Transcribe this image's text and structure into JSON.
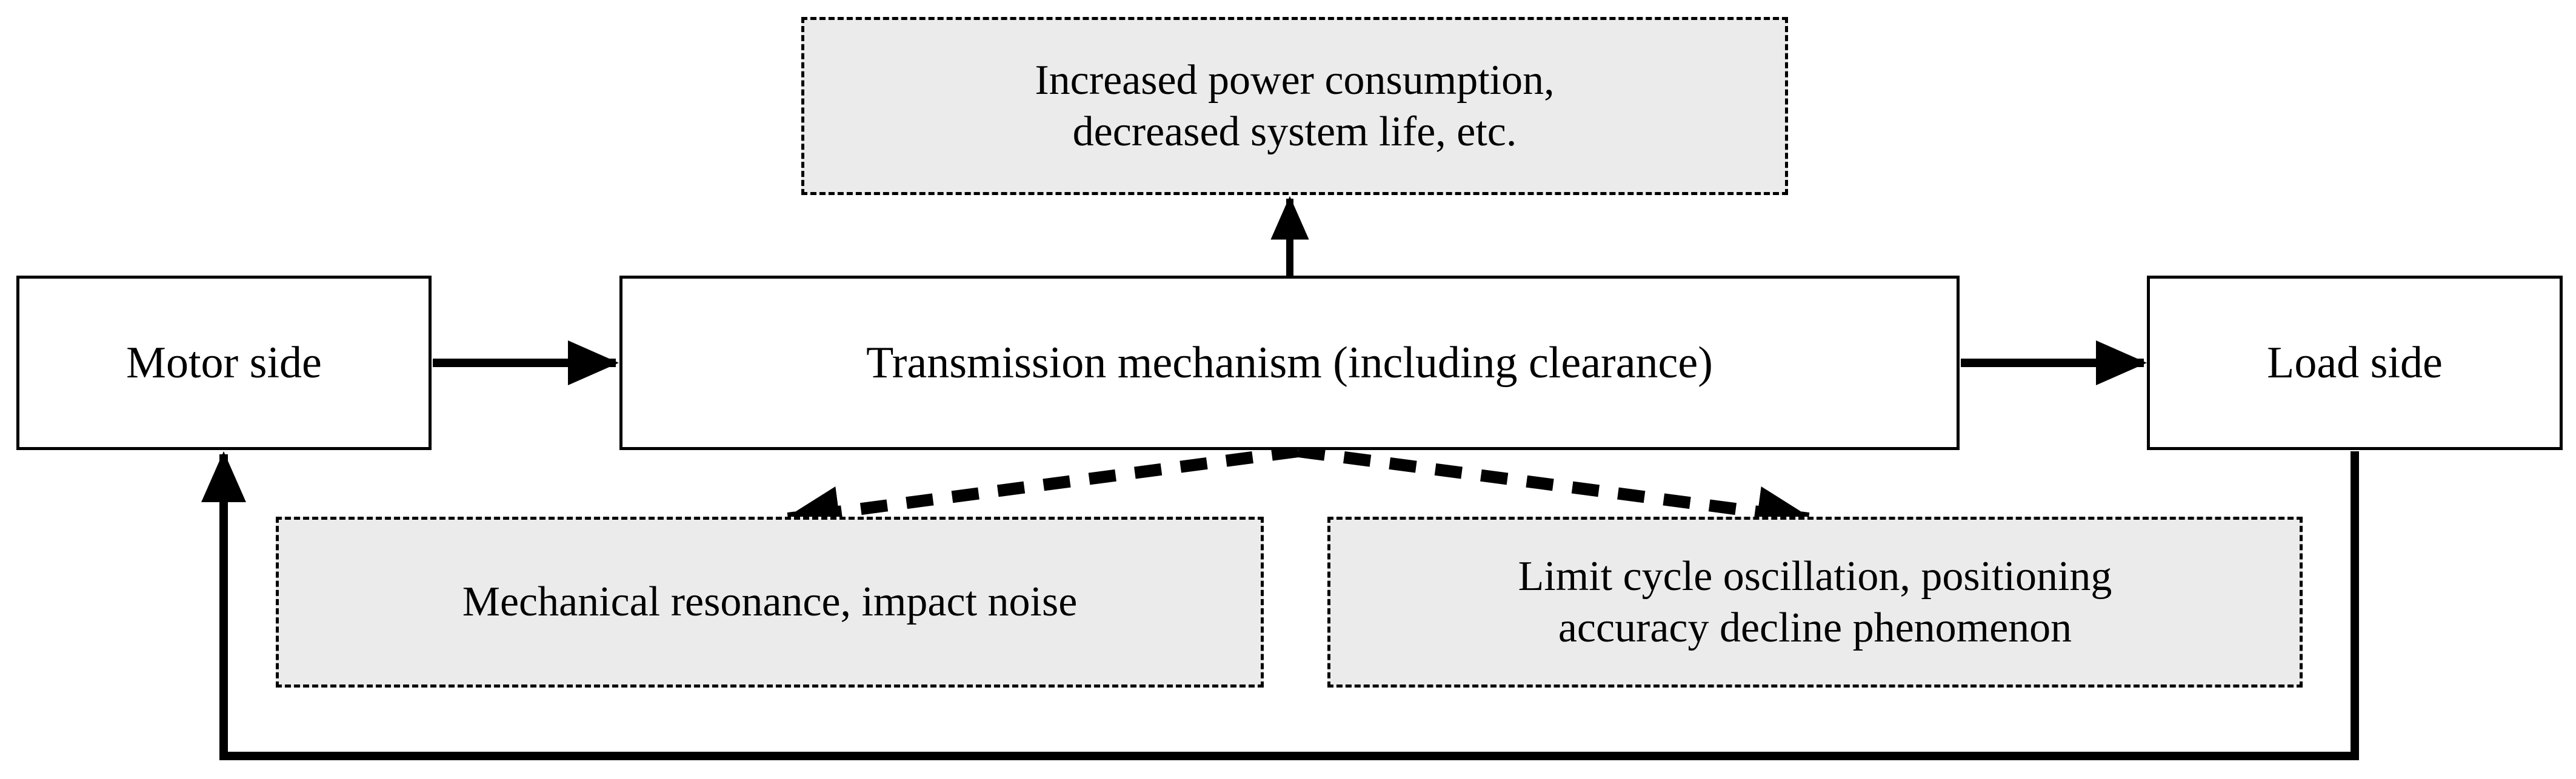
{
  "diagram": {
    "title": "Transmission mechanism clearance effects block diagram",
    "colors": {
      "stroke": "#000000",
      "node_fill_solid": "#ffffff",
      "node_fill_dashed": "#ebebeb",
      "background": "#ffffff"
    },
    "nodes": {
      "motor_side": {
        "label": "Motor side",
        "style": "solid"
      },
      "transmission": {
        "label": "Transmission mechanism (including clearance)",
        "style": "solid"
      },
      "load_side": {
        "label": "Load side",
        "style": "solid"
      },
      "consequence": {
        "label": "Increased power consumption,\ndecreased system life, etc.",
        "style": "dashed"
      },
      "resonance": {
        "label": "Mechanical resonance, impact noise",
        "style": "dashed"
      },
      "limit_cycle": {
        "label": "Limit cycle oscillation, positioning\naccuracy decline phenomenon",
        "style": "dashed"
      }
    },
    "edges": [
      {
        "id": "motor-to-transmission",
        "from": "motor_side",
        "to": "transmission",
        "line": "solid",
        "arrow": "single"
      },
      {
        "id": "transmission-to-load",
        "from": "transmission",
        "to": "load_side",
        "line": "solid",
        "arrow": "single"
      },
      {
        "id": "transmission-to-consequence",
        "from": "transmission",
        "to": "consequence",
        "line": "solid",
        "arrow": "single"
      },
      {
        "id": "transmission-to-resonance",
        "from": "transmission",
        "to": "resonance",
        "line": "dashed",
        "arrow": "single"
      },
      {
        "id": "transmission-to-limit-cycle",
        "from": "transmission",
        "to": "limit_cycle",
        "line": "dashed",
        "arrow": "single"
      },
      {
        "id": "load-feedback-to-motor",
        "from": "load_side",
        "to": "motor_side",
        "line": "solid",
        "arrow": "single"
      }
    ]
  }
}
